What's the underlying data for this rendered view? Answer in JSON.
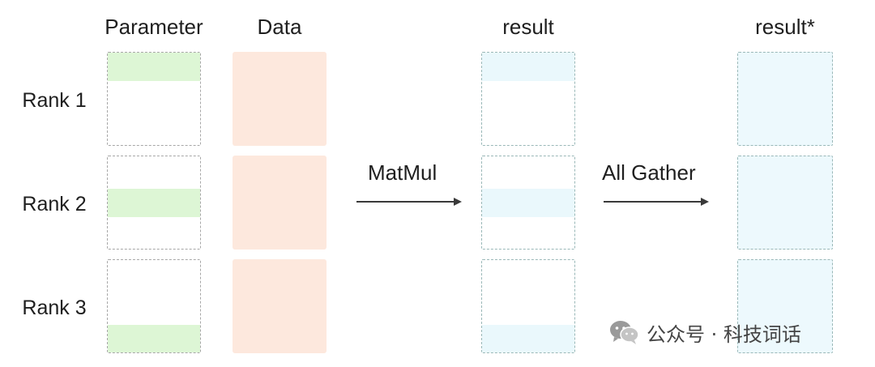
{
  "columns": {
    "parameter": "Parameter",
    "data": "Data",
    "result": "result",
    "result_star": "result*"
  },
  "ranks": [
    "Rank 1",
    "Rank 2",
    "Rank 3"
  ],
  "arrows": {
    "matmul": "MatMul",
    "all_gather": "All Gather"
  },
  "watermark": {
    "text": "公众号 · 科技词话",
    "icon": "wechat-icon"
  },
  "colors": {
    "parameter_slice": "#ddf6d5",
    "data_block": "#fde8dd",
    "result_slice": "#eaf8fc",
    "result_full": "#edf9fd"
  }
}
